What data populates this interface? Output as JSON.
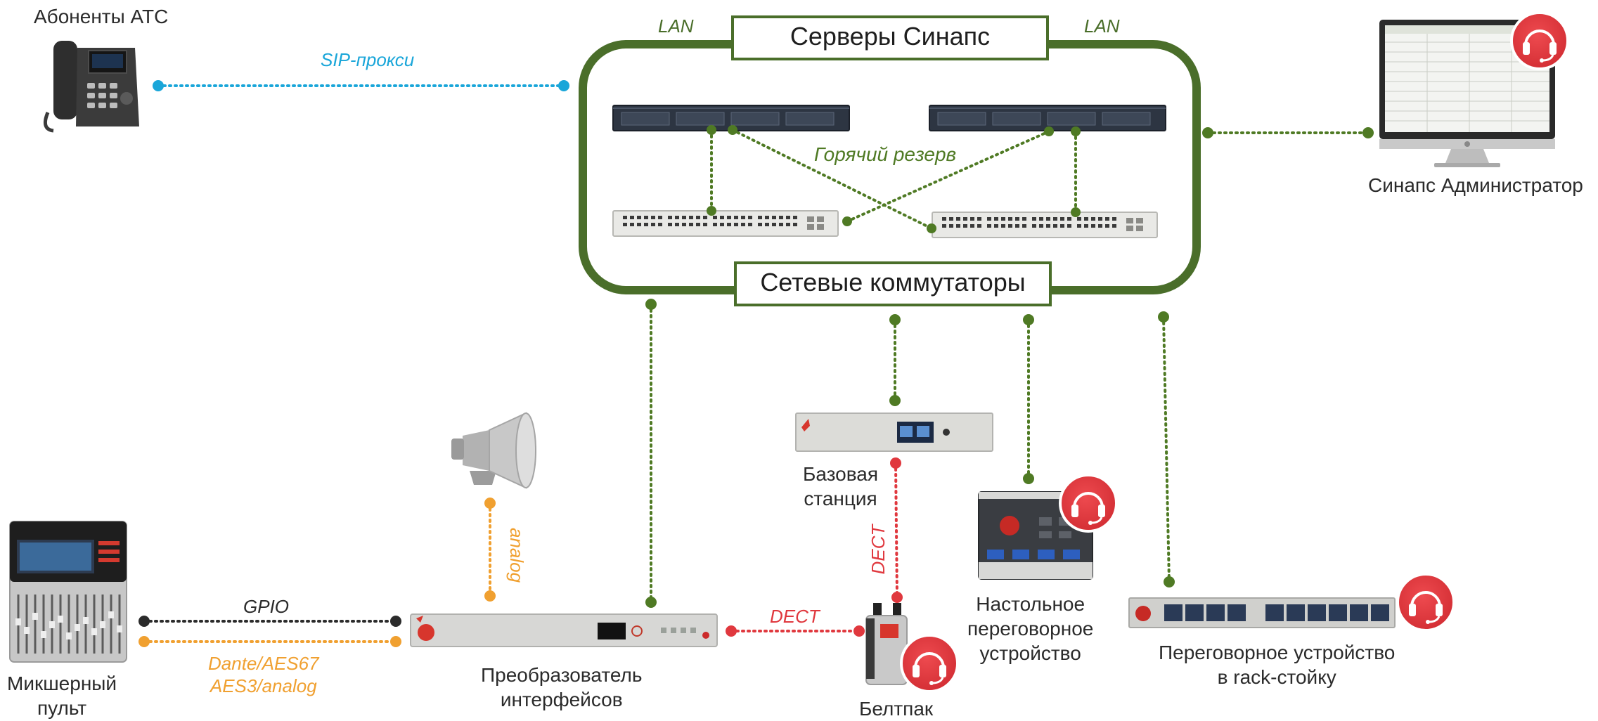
{
  "colors": {
    "green": "#4a6e2a",
    "green_dot": "#4f7a24",
    "blue": "#1aa6d9",
    "orange": "#f0a030",
    "red": "#e0383e",
    "dark": "#2b2b2b"
  },
  "cluster": {
    "top_label": "Серверы Синапс",
    "bottom_label": "Сетевые коммутаторы",
    "lan_left": "LAN",
    "lan_right": "LAN",
    "redundancy_label": "Горячий резерв"
  },
  "devices": {
    "pbx_subscribers": "Абоненты АТС",
    "admin_station": "Синапс Администратор",
    "mixer": "Микшерный\nпульт",
    "converter": "Преобразователь\nинтерфейсов",
    "base_station": "Базовая\nстанция",
    "beltpack": "Белтпак",
    "desktop_intercom": "Настольное\nпереговорное\nустройство",
    "rack_intercom": "Переговорное устройство\nв rack-стойку"
  },
  "links": {
    "sip": "SIP-прокси",
    "gpio": "GPIO",
    "dante": "Dante/AES67\nAES3/analog",
    "analog": "analog",
    "dect_converter": "DECT",
    "dect_base": "DECT"
  },
  "icons": [
    "ip-phone-icon",
    "server-icon",
    "switch-icon",
    "monitor-icon",
    "headset-icon",
    "mixer-console-icon",
    "horn-speaker-icon",
    "interface-converter-icon",
    "base-station-icon",
    "beltpack-icon",
    "desktop-panel-icon",
    "rack-panel-icon"
  ]
}
